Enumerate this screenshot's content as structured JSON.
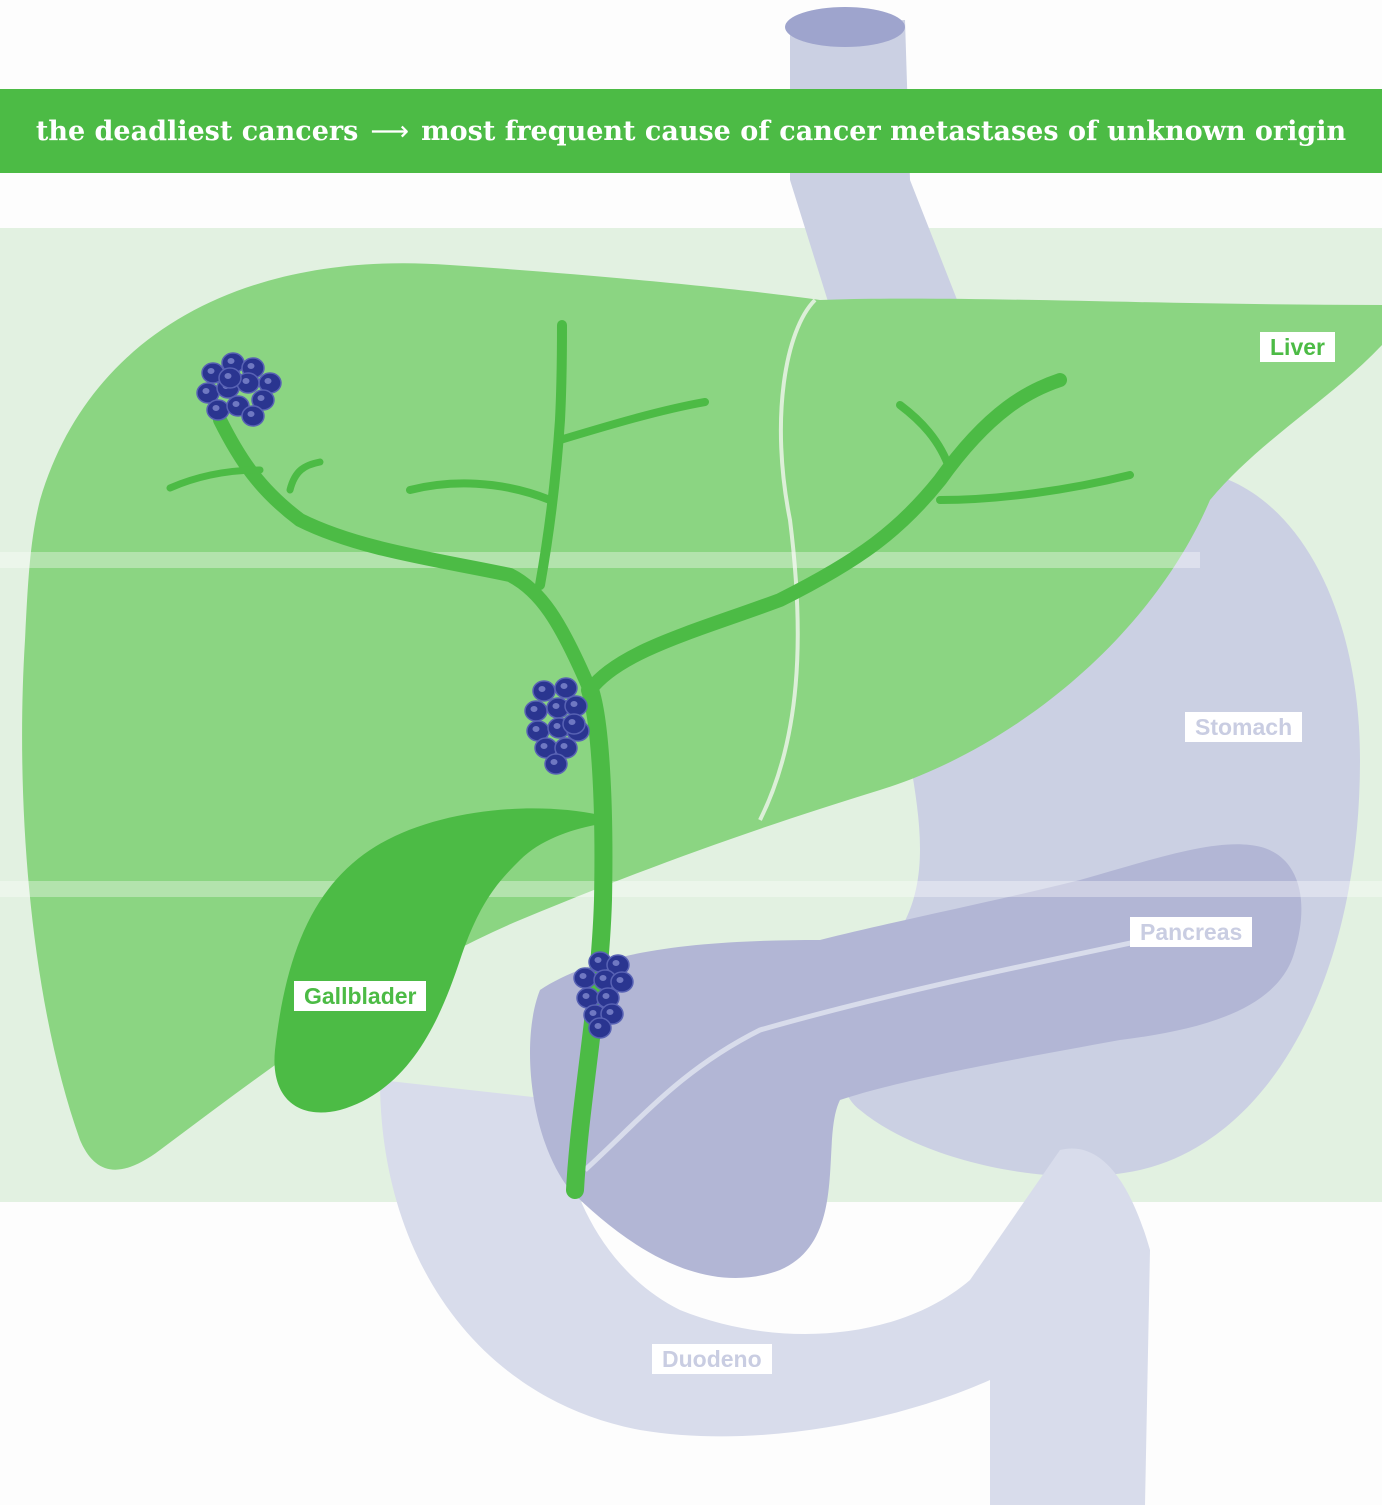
{
  "banner": {
    "left_text": "the deadliest cancers",
    "arrow": "⟶",
    "right_text": "most frequent cause of cancer metastases of unknown origin"
  },
  "labels": {
    "liver": "Liver",
    "stomach": "Stomach",
    "pancreas": "Pancreas",
    "gallbladder": "Gallblader",
    "duodenum": "Duodeno"
  },
  "colors": {
    "banner_green": "#4cbb45",
    "liver_green": "#8bd582",
    "duct_green": "#4cbb45",
    "organ_grey": "#cbd0e3",
    "pancreas_grey": "#b2b6d5",
    "tumor_blue": "#2a3590"
  },
  "icons": {
    "tumor": "cell-cluster-icon"
  }
}
